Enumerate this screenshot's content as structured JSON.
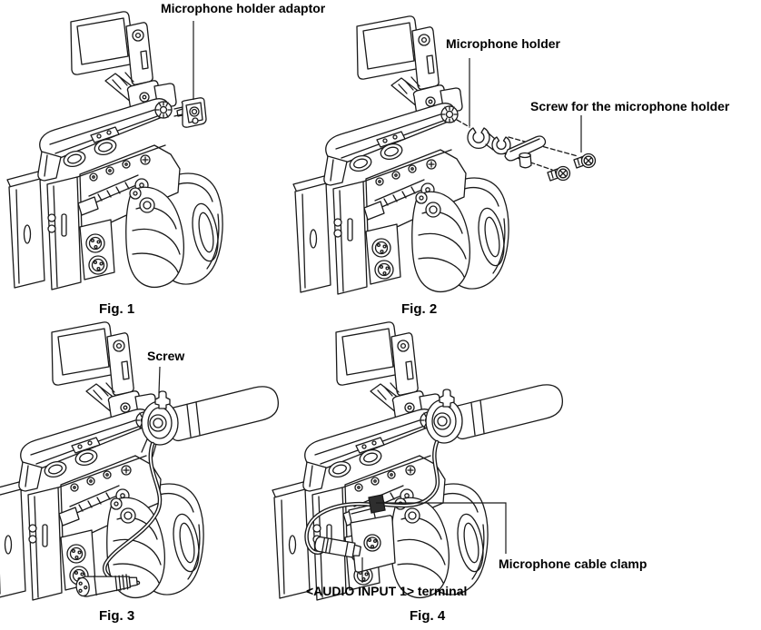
{
  "page": {
    "background": "#ffffff",
    "line_color": "#1a1a1a",
    "text_color": "#000000"
  },
  "figures": [
    {
      "id": "fig1",
      "caption": "Fig. 1",
      "labels": [
        {
          "text": "Microphone holder adaptor"
        }
      ]
    },
    {
      "id": "fig2",
      "caption": "Fig. 2",
      "labels": [
        {
          "text": "Microphone holder"
        },
        {
          "text": "Screw for the microphone holder"
        }
      ]
    },
    {
      "id": "fig3",
      "caption": "Fig. 3",
      "labels": [
        {
          "text": "Screw"
        }
      ]
    },
    {
      "id": "fig4",
      "caption": "Fig. 4",
      "labels": [
        {
          "text": "<AUDIO INPUT 1> terminal"
        },
        {
          "text": "Microphone cable clamp"
        }
      ]
    }
  ]
}
